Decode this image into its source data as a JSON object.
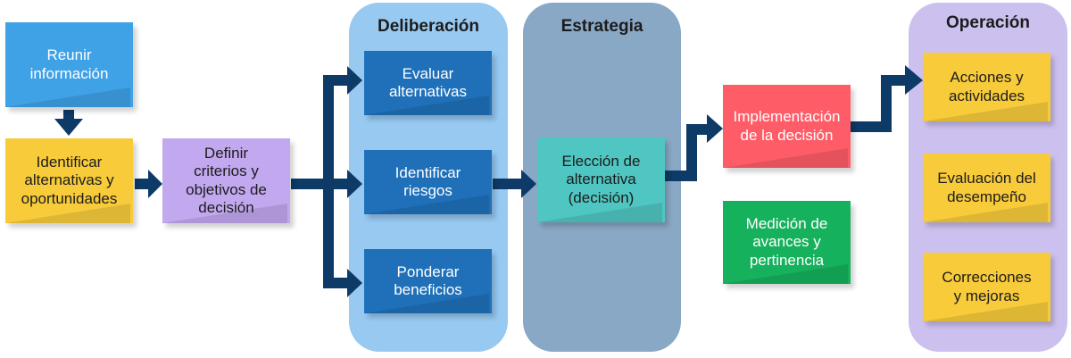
{
  "panels": {
    "deliberacion": {
      "title": "Deliberación",
      "color": "#97c9f1"
    },
    "estrategia": {
      "title": "Estrategia",
      "color": "#89a8c5"
    },
    "operacion": {
      "title": "Operación",
      "color": "#ccc0ef"
    }
  },
  "boxes": {
    "reunir": "Reunir\ninformación",
    "identificar_alternativas": "Identificar\nalternativas y\noportunidades",
    "definir_criterios": "Definir\ncriterios y\nobjetivos de\ndecisión",
    "evaluar": "Evaluar\nalternativas",
    "identificar_riesgos": "Identificar\nriesgos",
    "ponderar": "Ponderar\nbeneficios",
    "eleccion": "Elección de\nalternativa\n(decisión)",
    "implementacion": "Implementación\nde la decisión",
    "medicion": "Medición de\navances y\npertinencia",
    "acciones": "Acciones y\nactividades",
    "evaluacion_desempeno": "Evaluación del\ndesempeño",
    "correcciones": "Correcciones\ny mejoras"
  },
  "colors": {
    "arrow": "#0d3a67"
  }
}
